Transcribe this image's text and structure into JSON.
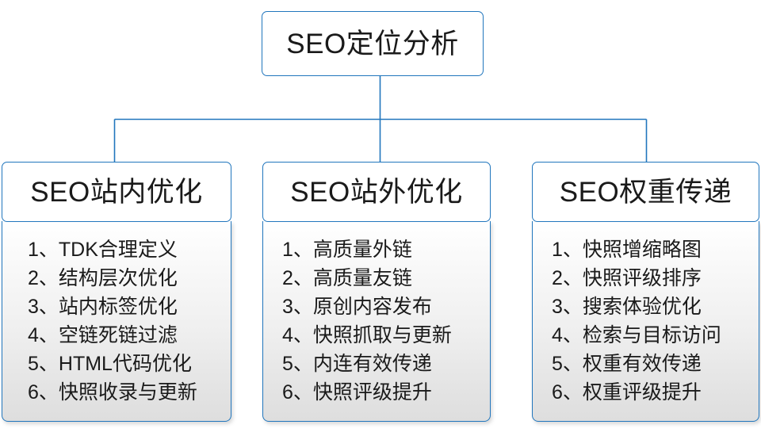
{
  "diagram": {
    "type": "org-chart",
    "title": "SEO定位分析",
    "accent_color": "#2176bd",
    "text_color": "#1a1a1a",
    "background_color": "#ffffff",
    "root": {
      "label": "SEO定位分析"
    },
    "branches": [
      {
        "id": "on-site",
        "heading": "SEO站内优化",
        "items": [
          {
            "index": "1、",
            "text": "TDK合理定义"
          },
          {
            "index": "2、",
            "text": "结构层次优化"
          },
          {
            "index": "3、",
            "text": "站内标签优化"
          },
          {
            "index": "4、",
            "text": "空链死链过滤"
          },
          {
            "index": "5、",
            "text": "HTML代码优化"
          },
          {
            "index": "6、",
            "text": "快照收录与更新"
          }
        ]
      },
      {
        "id": "off-site",
        "heading": "SEO站外优化",
        "items": [
          {
            "index": "1、",
            "text": "高质量外链"
          },
          {
            "index": "2、",
            "text": "高质量友链"
          },
          {
            "index": "3、",
            "text": "原创内容发布"
          },
          {
            "index": "4、",
            "text": "快照抓取与更新"
          },
          {
            "index": "5、",
            "text": "内连有效传递"
          },
          {
            "index": "6、",
            "text": "快照评级提升"
          }
        ]
      },
      {
        "id": "weight-transfer",
        "heading": "SEO权重传递",
        "items": [
          {
            "index": "1、",
            "text": "快照增缩略图"
          },
          {
            "index": "2、",
            "text": "快照评级排序"
          },
          {
            "index": "3、",
            "text": "搜索体验优化"
          },
          {
            "index": "4、",
            "text": "检索与目标访问"
          },
          {
            "index": "5、",
            "text": "权重有效传递"
          },
          {
            "index": "6、",
            "text": "权重评级提升"
          }
        ]
      }
    ]
  }
}
